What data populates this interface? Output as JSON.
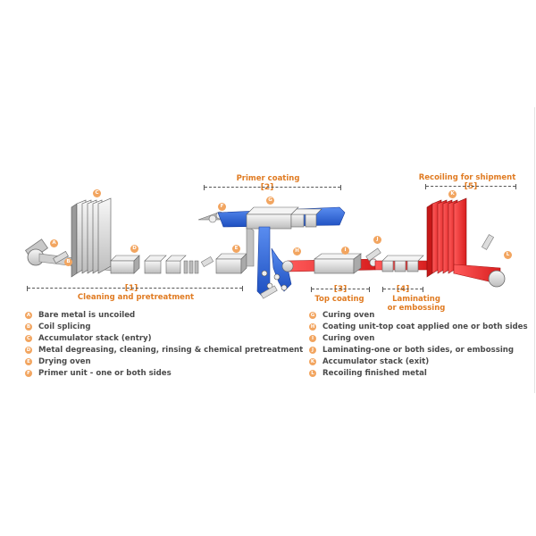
{
  "sections": [
    {
      "num": "[1]",
      "title": "Cleaning and pretreatment"
    },
    {
      "num": "[2]",
      "title": "Primer coating"
    },
    {
      "num": "[3]",
      "title": "Top coating"
    },
    {
      "num": "[4]",
      "title": "Laminating\nor embossing"
    },
    {
      "num": "[5]",
      "title": "Recoiling for shipment"
    }
  ],
  "steps": [
    {
      "letter": "A",
      "text": "Bare metal is uncoiled"
    },
    {
      "letter": "B",
      "text": "Coil splicing"
    },
    {
      "letter": "C",
      "text": "Accumulator stack (entry)"
    },
    {
      "letter": "D",
      "text": "Metal degreasing, cleaning, rinsing & chemical pretreatment"
    },
    {
      "letter": "E",
      "text": "Drying oven"
    },
    {
      "letter": "F",
      "text": "Primer unit - one or both sides"
    },
    {
      "letter": "G",
      "text": "Curing oven"
    },
    {
      "letter": "H",
      "text": "Coating unit-top coat applied one or both sides"
    },
    {
      "letter": "I",
      "text": "Curing oven"
    },
    {
      "letter": "J",
      "text": "Laminating-one or both sides, or embossing"
    },
    {
      "letter": "K",
      "text": "Accumulator stack (exit)"
    },
    {
      "letter": "L",
      "text": "Recoiling finished metal"
    }
  ],
  "colors": {
    "accent": "#e07b22",
    "marker": "#f2a560",
    "blue_strip": "#2f6fe4",
    "red_strip": "#ee2a2a",
    "equipment": "#e6e6e6"
  }
}
